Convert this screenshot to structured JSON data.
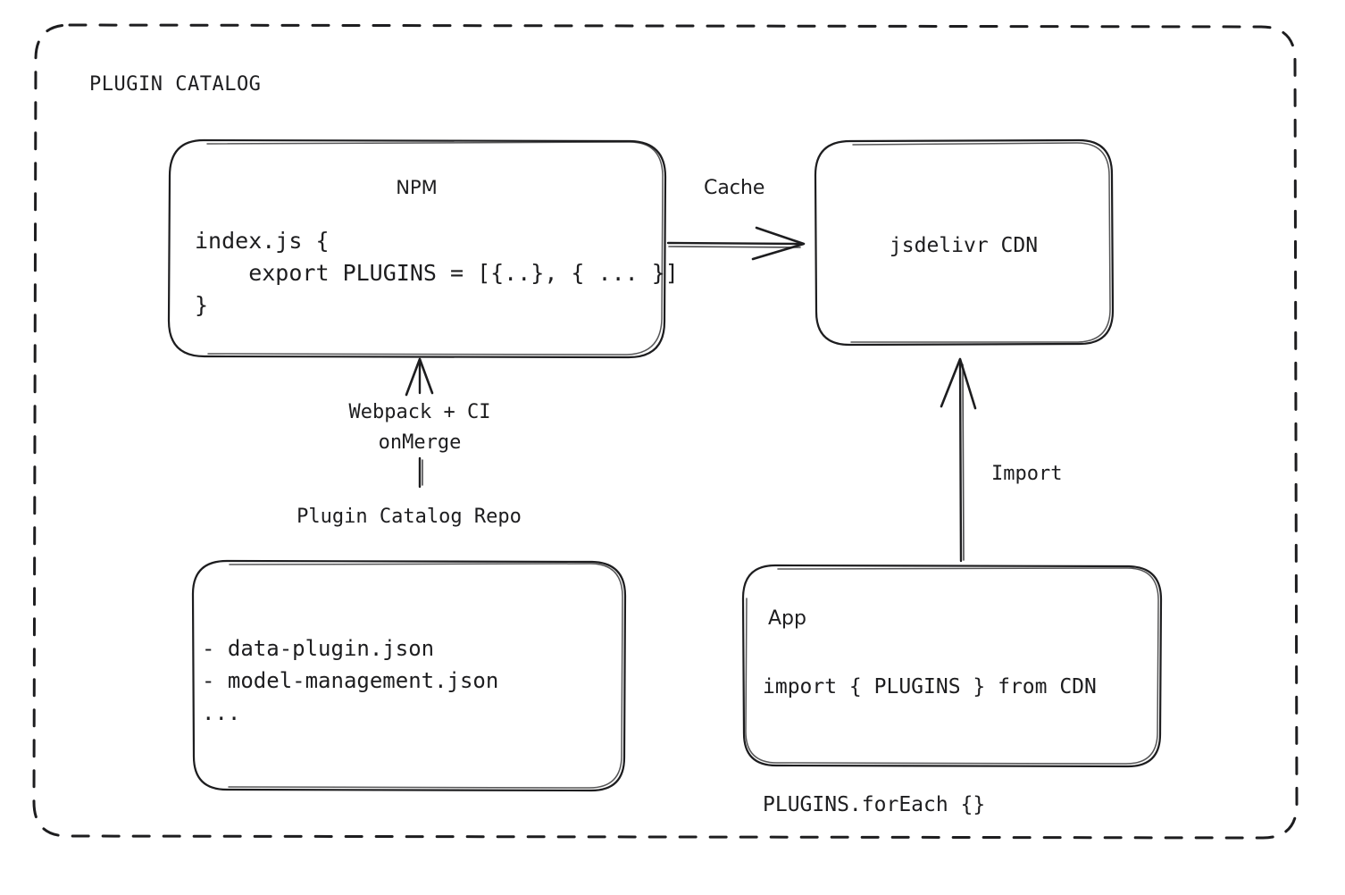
{
  "diagram": {
    "container": {
      "title": "PLUGIN CATALOG",
      "border_style": "dashed",
      "color": "#1d1d1f"
    },
    "background_color": "#ffffff",
    "nodes": {
      "npm": {
        "title": "NPM",
        "code_lines": "index.js {\n    export PLUGINS = [{..}, { ... }]\n}"
      },
      "cdn": {
        "title": "jsdelivr CDN"
      },
      "repo": {
        "label": "Plugin Catalog Repo",
        "files": "- data-plugin.json\n- model-management.json\n..."
      },
      "app": {
        "title": "App",
        "code_lines": "import { PLUGINS } from CDN\n\nPLUGINS.forEach {}"
      }
    },
    "edges": {
      "npm_to_cdn": {
        "label": "Cache",
        "direction": "right"
      },
      "repo_to_npm": {
        "label": "Webpack + CI\nonMerge",
        "direction": "up"
      },
      "app_to_cdn": {
        "label": "Import",
        "direction": "up"
      }
    }
  }
}
